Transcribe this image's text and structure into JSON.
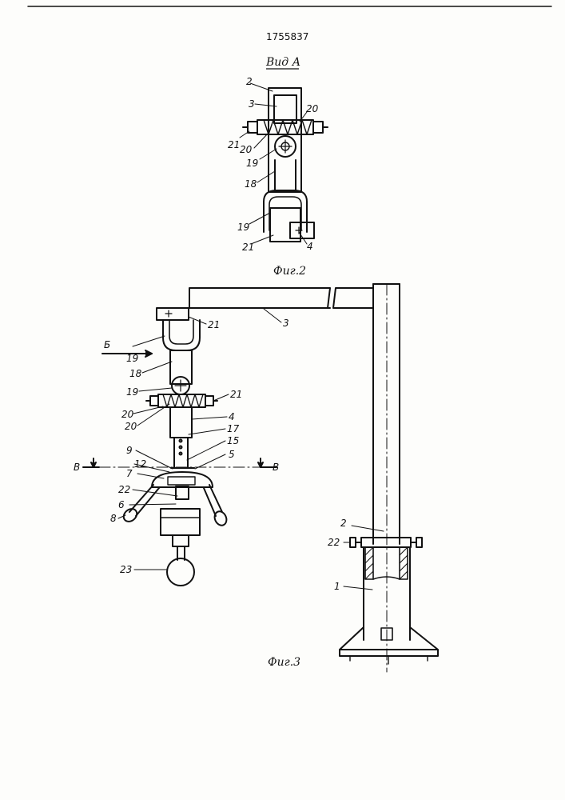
{
  "document": {
    "patent_number": "1755837",
    "view_label": "Вид А",
    "fig2_caption": "Фиг.2",
    "fig3_caption": "Фиг.3",
    "section_letter_left": "В",
    "section_letter_right": "В",
    "arrow_letter": "Б"
  },
  "fig2_labels": [
    "2",
    "3",
    "20",
    "21",
    "20",
    "19",
    "18",
    "19",
    "21",
    "4"
  ],
  "fig3_labels": [
    "21",
    "3",
    "19",
    "18",
    "19",
    "21",
    "20",
    "20",
    "4",
    "17",
    "15",
    "9",
    "12",
    "5",
    "7",
    "22",
    "6",
    "8",
    "23",
    "2",
    "22",
    "1"
  ]
}
